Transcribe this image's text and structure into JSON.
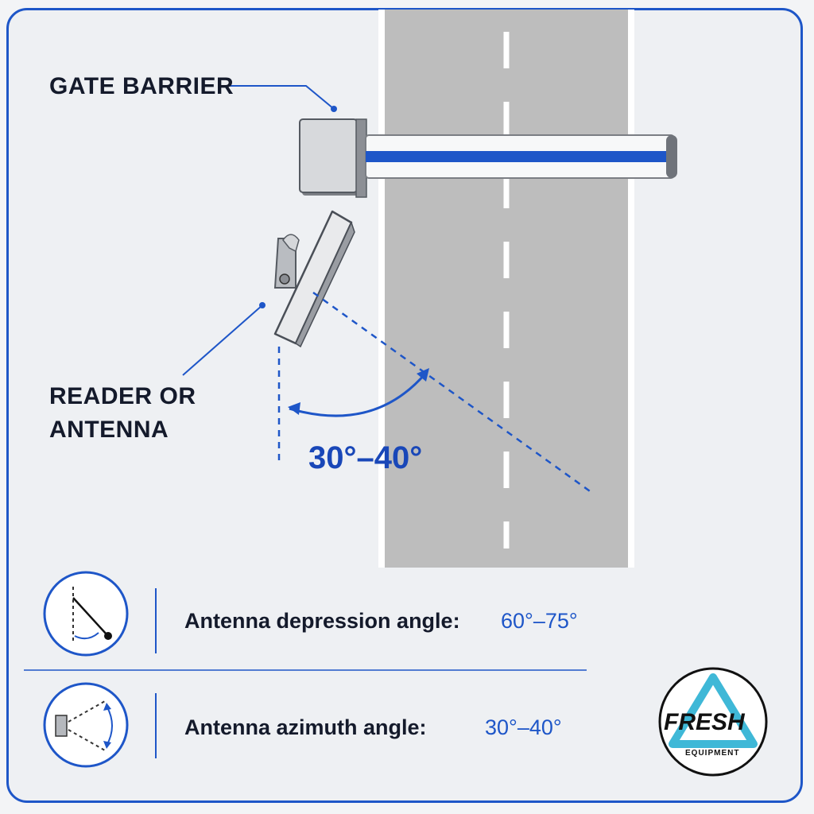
{
  "callouts": {
    "gate_barrier": "GATE BARRIER",
    "reader_line1": "READER OR",
    "reader_line2": "ANTENNA"
  },
  "main_angle": "30°–40°",
  "specs": [
    {
      "label": "Antenna depression angle:",
      "value": "60°–75°",
      "icon": "depression-angle-icon"
    },
    {
      "label": "Antenna azimuth angle:",
      "value": "30°–40°",
      "icon": "azimuth-angle-icon"
    }
  ],
  "logo": {
    "word": "FRESH",
    "sub": "EQUIPMENT"
  },
  "colors": {
    "accent": "#1e56c8",
    "road": "#bdbdbd",
    "text": "#141a2b"
  }
}
